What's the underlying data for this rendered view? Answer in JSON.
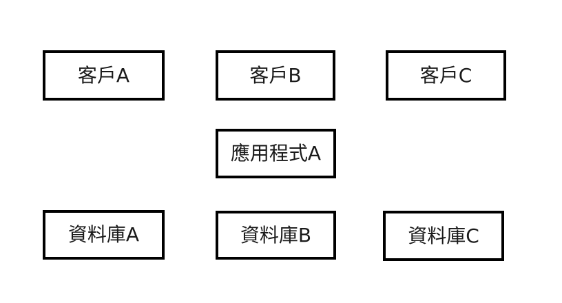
{
  "colors": {
    "border": "#000000",
    "text": "#1a1a1a",
    "background": "#ffffff"
  },
  "diagram": {
    "nodes": [
      {
        "id": "client-a",
        "label": "客戶A"
      },
      {
        "id": "client-b",
        "label": "客戶B"
      },
      {
        "id": "client-c",
        "label": "客戶C"
      },
      {
        "id": "app-a",
        "label": "應用程式A"
      },
      {
        "id": "db-a",
        "label": "資料庫A"
      },
      {
        "id": "db-b",
        "label": "資料庫B"
      },
      {
        "id": "db-c",
        "label": "資料庫C"
      }
    ]
  }
}
